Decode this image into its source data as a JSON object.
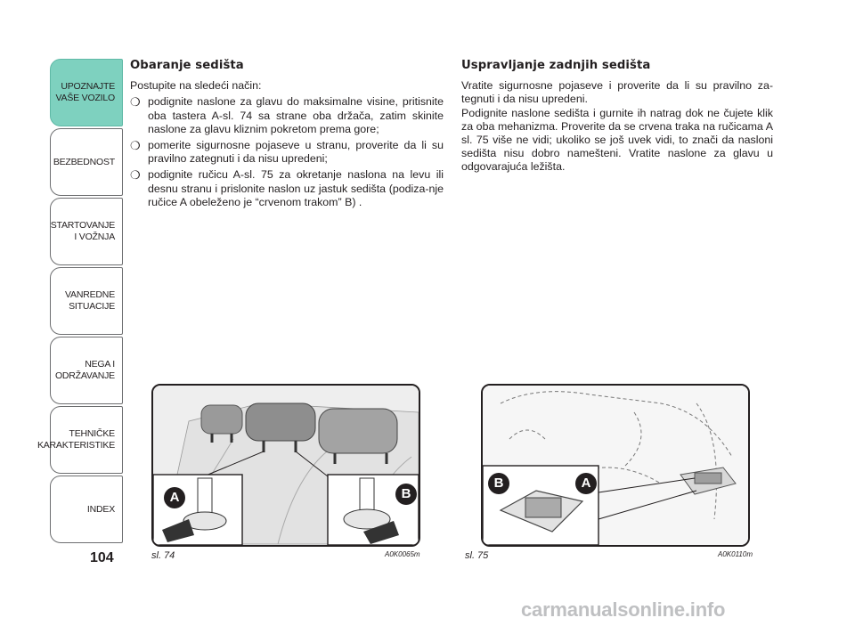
{
  "sidebar": {
    "tabs": [
      {
        "label": "UPOZNAJTE\nVAŠE VOZILO",
        "active": true
      },
      {
        "label": "BEZBEDNOST",
        "active": false
      },
      {
        "label": "STARTOVANJE\nI VOŽNJA",
        "active": false
      },
      {
        "label": "VANREDNE\nSITUACIJE",
        "active": false
      },
      {
        "label": "NEGA I\nODRŽAVANJE",
        "active": false
      },
      {
        "label": "TEHNIČKE\nKARAKTERISTIKE",
        "active": false
      },
      {
        "label": "INDEX",
        "active": false
      }
    ],
    "active_color": "#7ed1bf"
  },
  "page_number": "104",
  "left_column": {
    "heading": "Obaranje sedišta",
    "intro": "Postupite na sledeći način:",
    "bullet_symbol": "❍",
    "bullets": [
      "podignite naslone za glavu do maksimalne visine, pritisnite oba tastera A-sl. 74 sa strane oba držača, zatim skinite naslone za glavu kliznim pokretom prema gore;",
      "pomerite sigurnosne pojaseve u stranu, proverite da li su pravilno zategnuti i da nisu upredeni;",
      "podignite ručicu A-sl. 75 za okretanje naslona na levu ili desnu stranu i prislonite naslon uz jastuk sedišta (podiza-nje ručice A obeleženo je “crvenom trakom” B) ."
    ]
  },
  "right_column": {
    "heading": "Uspravljanje zadnjih sedišta",
    "paragraphs": [
      "Vratite sigurnosne pojaseve i proverite da li su pravilno za-tegnuti i da nisu upredeni.",
      "Podignite naslone sedišta i gurnite ih natrag dok ne čujete klik za oba mehanizma. Proverite da se crvena traka na ručicama A sl. 75 više ne vidi; ukoliko se još uvek vidi, to znači da nasloni sedišta nisu dobro namešteni. Vratite naslone za glavu u odgovarajuća ležišta."
    ]
  },
  "figures": [
    {
      "caption": "sl. 74",
      "code": "A0K0065m",
      "labels": [
        "A",
        "B"
      ]
    },
    {
      "caption": "sl. 75",
      "code": "A0K0110m",
      "labels": [
        "B",
        "A"
      ]
    }
  ],
  "watermark": "carmanualsonline.info"
}
